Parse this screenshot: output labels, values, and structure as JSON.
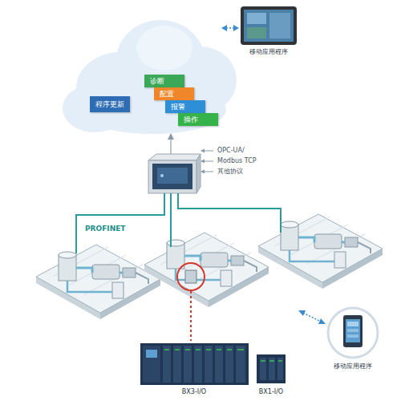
{
  "diagram": {
    "nodes": [
      {
        "text": [
          "程序更新"
        ]
      },
      {
        "text": [
          "诊断"
        ]
      },
      {
        "text": [
          "配置"
        ]
      },
      {
        "text": [
          "报警"
        ]
      },
      {
        "text": [
          "操作"
        ]
      },
      {
        "text": [
          "移动应用程序"
        ]
      },
      {
        "text": [
          "BX3-I/O"
        ]
      },
      {
        "text": [
          "BX1-I/O"
        ]
      },
      {
        "text": [
          "移动应用程序"
        ]
      }
    ],
    "labels": [
      "OPC-UA/",
      "Modbus TCP",
      "其他协议",
      "PROFINET"
    ]
  }
}
